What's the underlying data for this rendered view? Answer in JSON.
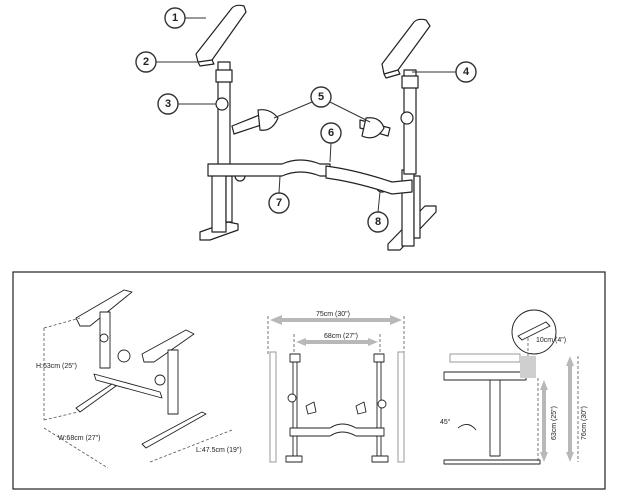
{
  "callouts": [
    "1",
    "2",
    "3",
    "4",
    "5",
    "6",
    "7",
    "8"
  ],
  "dimensions": {
    "height": "H:63cm (25\")",
    "width": "W:68cm (27\")",
    "length": "L:47.5cm (19\")",
    "outer_width": "75cm (30\")",
    "inner_width": "68cm (27\")",
    "tilt": "10cm\n(4\")",
    "angle": "45°",
    "side_low": "63cm (25\")",
    "side_high": "76cm (30\")"
  }
}
